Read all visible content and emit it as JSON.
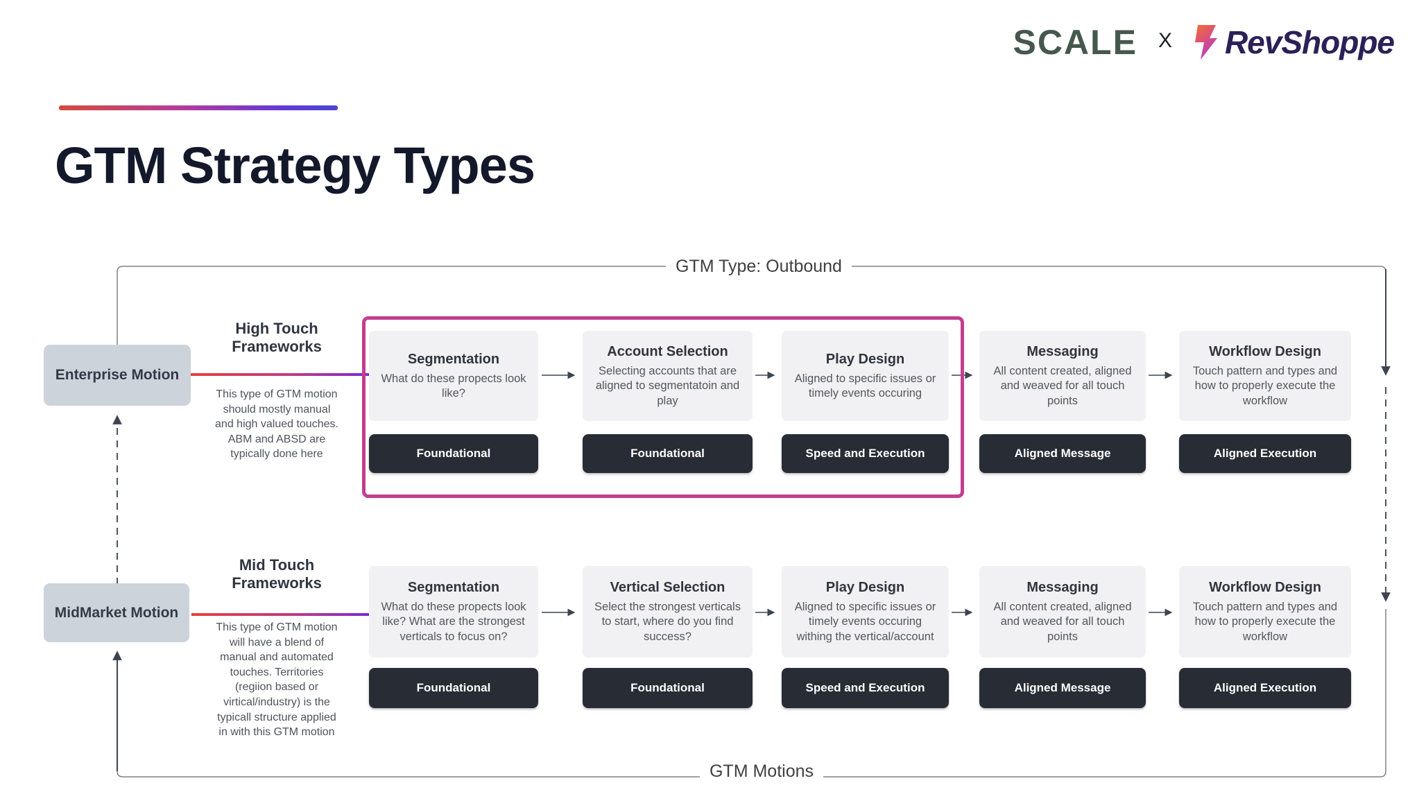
{
  "header": {
    "logo_scale": "SCALE",
    "logo_x": "X",
    "logo_revshoppe": "RevShoppe",
    "title": "GTM Strategy Types"
  },
  "frame": {
    "top_label": "GTM Type: Outbound",
    "bottom_label": "GTM Motions"
  },
  "rows": [
    {
      "motion": "Enterprise Motion",
      "framework_title": "High Touch Frameworks",
      "framework_body": "This type of GTM motion should mostly manual and high valued touches. ABM and ABSD are typically done here",
      "steps": [
        {
          "title": "Segmentation",
          "body": "What do these propects look like?",
          "tag": "Foundational"
        },
        {
          "title": "Account Selection",
          "body": "Selecting accounts that are aligned to segmentatoin and play",
          "tag": "Foundational"
        },
        {
          "title": "Play Design",
          "body": "Aligned to specific issues or timely events occuring",
          "tag": "Speed and Execution"
        },
        {
          "title": "Messaging",
          "body": "All content created, aligned and weaved for all touch points",
          "tag": "Aligned Message"
        },
        {
          "title": "Workflow Design",
          "body": "Touch pattern and types and how to properly execute the workflow",
          "tag": "Aligned Execution"
        }
      ]
    },
    {
      "motion": "MidMarket Motion",
      "framework_title": "Mid Touch Frameworks",
      "framework_body": "This type of GTM motion will have a blend of manual and automated touches. Territories (regiion based or virtical/industry) is the typicall structure applied in with this GTM motion",
      "steps": [
        {
          "title": "Segmentation",
          "body": "What do these propects look like? What are the strongest verticals to focus on?",
          "tag": "Foundational"
        },
        {
          "title": "Vertical Selection",
          "body": "Select the strongest verticals to start, where do you find success?",
          "tag": "Foundational"
        },
        {
          "title": "Play Design",
          "body": "Aligned to specific issues or timely events occuring withing the vertical/account",
          "tag": "Speed and Execution"
        },
        {
          "title": "Messaging",
          "body": "All content created, aligned and weaved for all touch points",
          "tag": "Aligned Message"
        },
        {
          "title": "Workflow Design",
          "body": "Touch pattern and types and how to properly execute the workflow",
          "tag": "Aligned Execution"
        }
      ]
    }
  ],
  "colors": {
    "accent_pink_highlight": "#c23e90",
    "tag_background": "#272c35",
    "card_background": "#f1f1f3",
    "motion_background": "#cdd3da",
    "gradient_start": "#e8403a",
    "gradient_end": "#7b2bd3",
    "scale_logo": "#46584d",
    "revshoppe_logo": "#2b2157",
    "title_text": "#14182b"
  }
}
